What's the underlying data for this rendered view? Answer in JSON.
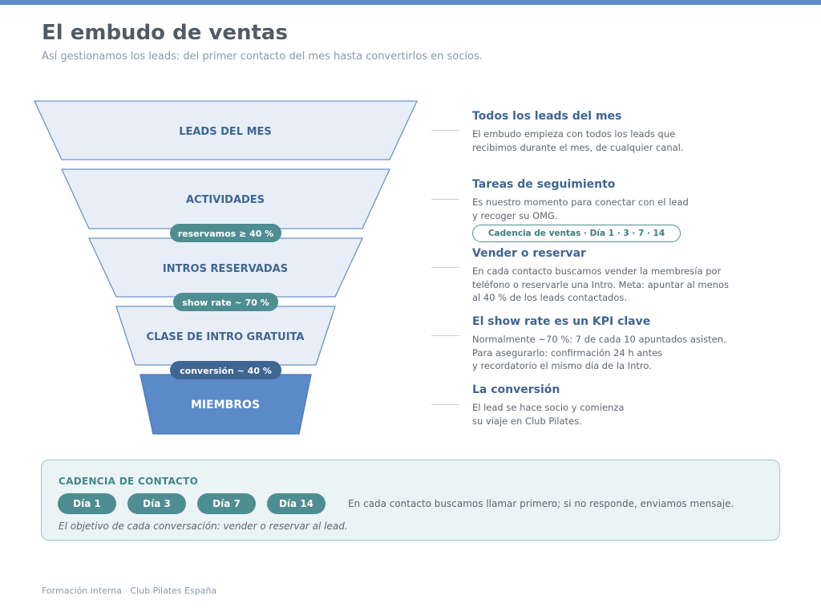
{
  "header": {
    "title": "El embudo de ventas",
    "subtitle": "Así gestionamos los leads: del primer contacto del mes hasta convertirlos en socios."
  },
  "funnel": {
    "stages": [
      {
        "label": "LEADS DEL MES"
      },
      {
        "label": "ACTIVIDADES"
      },
      {
        "label": "INTROS RESERVADAS"
      },
      {
        "label": "CLASE DE INTRO GRATUITA"
      },
      {
        "label": "MIEMBROS"
      }
    ],
    "badges": [
      {
        "label": "reservamos ≥ 40 %"
      },
      {
        "label": "show rate ~ 70 %"
      },
      {
        "label": "conversión ~ 40 %"
      }
    ]
  },
  "descriptions": [
    {
      "title": "Todos los leads del mes",
      "lines": [
        "El embudo empieza con todos los leads que",
        "recibimos durante el mes, de cualquier canal."
      ]
    },
    {
      "title": "Tareas de seguimiento",
      "lines": [
        "Es nuestro momento para conectar con el lead",
        "y recoger su OMG."
      ],
      "pill": "Cadencia de ventas · Día 1 · 3 · 7 · 14"
    },
    {
      "title": "Vender o reservar",
      "lines": [
        "En cada contacto buscamos vender la membresía por",
        "teléfono o reservarle una Intro. Meta: apuntar al menos",
        "al 40 % de los leads contactados."
      ]
    },
    {
      "title": "El show rate es un KPI clave",
      "lines": [
        "Normalmente ~70 %: 7 de cada 10 apuntados asisten.",
        "Para asegurarlo: confirmación 24 h antes",
        "y recordatorio el mismo día de la Intro."
      ]
    },
    {
      "title": "La conversión",
      "lines": [
        "El lead se hace socio y comienza",
        "su viaje en Club Pilates."
      ]
    }
  ],
  "cadence": {
    "title": "CADENCIA DE CONTACTO",
    "days": [
      "Día 1",
      "Día 3",
      "Día 7",
      "Día 14"
    ],
    "text": "En cada contacto buscamos llamar primero; si no responde, enviamos mensaje.",
    "note": "El objetivo de cada conversación: vender o reservar al lead."
  },
  "footer": "Formación interna · Club Pilates España",
  "colors": {
    "accent": "#5b8ac9",
    "stage_fill": "#e8eef8",
    "stage_stroke": "#6b93c7",
    "stage_text": "#3f6592",
    "final_fill": "#5b8ac9",
    "teal": "#4e8d91",
    "navy_badge": "#3f6592"
  }
}
